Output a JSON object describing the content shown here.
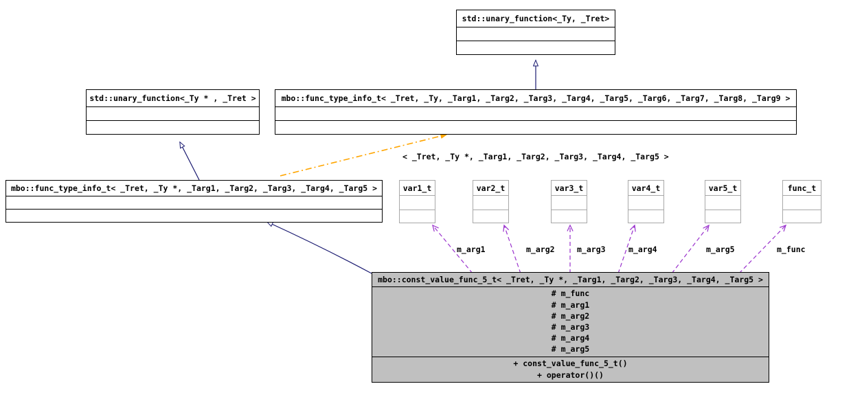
{
  "diagram": {
    "kind": "uml-class-inheritance-collaboration",
    "colors": {
      "inherit_edge": "#191970",
      "instantiation_edge": "#ffa500",
      "usage_edge": "#9a32cd",
      "current_class_fill": "#c0c0c0",
      "box_border": "#000000",
      "light_box_border": "#a8a8a8",
      "background": "#ffffff"
    }
  },
  "nodes": {
    "std_unary_function_ty_tret": {
      "title": "std::unary_function< _Ty, _Tret >",
      "display_title": "std::unary_function<_Ty, _Tret>",
      "members": [],
      "methods": []
    },
    "std_unary_function_typtr_tret": {
      "title": "std::unary_function<_Ty * , _Tret >",
      "display_title": "std::unary_function<_Ty * , _Tret >",
      "members": [],
      "methods": []
    },
    "func_type_info_t_9": {
      "title": "mbo::func_type_info_t< _Tret, _Ty, _Targ1, _Targ2, _Targ3, _Targ4, _Targ5, _Targ6, _Targ7, _Targ8, _Targ9 >",
      "members": [],
      "methods": []
    },
    "func_type_info_t_5": {
      "title": "mbo::func_type_info_t< _Tret, _Ty *, _Targ1, _Targ2, _Targ3, _Targ4, _Targ5 >",
      "members": [],
      "methods": []
    },
    "var1_t": {
      "title": "var1_t",
      "members": [],
      "methods": []
    },
    "var2_t": {
      "title": "var2_t",
      "members": [],
      "methods": []
    },
    "var3_t": {
      "title": "var3_t",
      "members": [],
      "methods": []
    },
    "var4_t": {
      "title": "var4_t",
      "members": [],
      "methods": []
    },
    "var5_t": {
      "title": "var5_t",
      "members": [],
      "methods": []
    },
    "func_t": {
      "title": "func_t",
      "members": [],
      "methods": []
    },
    "const_value_func_5_t": {
      "title": "mbo::const_value_func_5_t< _Tret, _Ty *, _Targ1, _Targ2, _Targ3, _Targ4, _Targ5 >",
      "members": [
        "# m_func",
        "# m_arg1",
        "# m_arg2",
        "# m_arg3",
        "# m_arg4",
        "# m_arg5"
      ],
      "methods": [
        "+ const_value_func_5_t()",
        "+ operator()()"
      ]
    }
  },
  "edge_labels": {
    "template_args": "< _Tret, _Ty *, _Targ1, _Targ2, _Targ3, _Targ4, _Targ5 >",
    "m_arg1": "m_arg1",
    "m_arg2": "m_arg2",
    "m_arg3": "m_arg3",
    "m_arg4": "m_arg4",
    "m_arg5": "m_arg5",
    "m_func": "m_func"
  }
}
